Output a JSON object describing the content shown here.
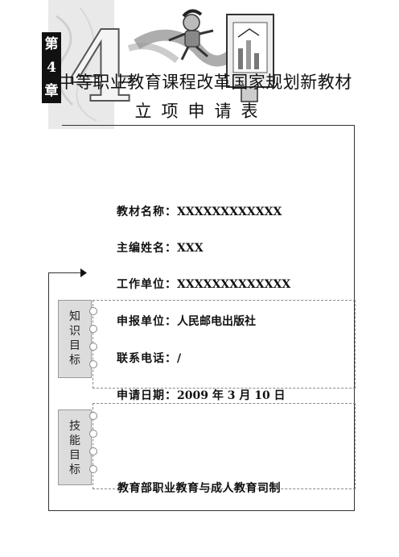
{
  "chapter": {
    "label_top": "第",
    "number": "4",
    "label_bottom": "章",
    "big_numeral": "4"
  },
  "title": "中等职业教育课程改革国家规划新教材",
  "subtitle": "立项申请表",
  "fields": [
    {
      "label": "教材名称：",
      "value": "XXXXXXXXXXXX"
    },
    {
      "label": "主编姓名：",
      "value": "XXX"
    },
    {
      "label": "工作单位：",
      "value": "XXXXXXXXXXXXX"
    },
    {
      "label": "申报单位：",
      "value": "人民邮电出版社"
    },
    {
      "label": "联系电话：",
      "value": "/"
    },
    {
      "label": "申请日期：",
      "value": "2009 年 3 月 10 日"
    }
  ],
  "side_boxes": [
    {
      "label": [
        "知",
        "识",
        "目",
        "标"
      ]
    },
    {
      "label": [
        "技",
        "能",
        "目",
        "标"
      ]
    }
  ],
  "footer": "教育部职业教育与成人教育司制"
}
